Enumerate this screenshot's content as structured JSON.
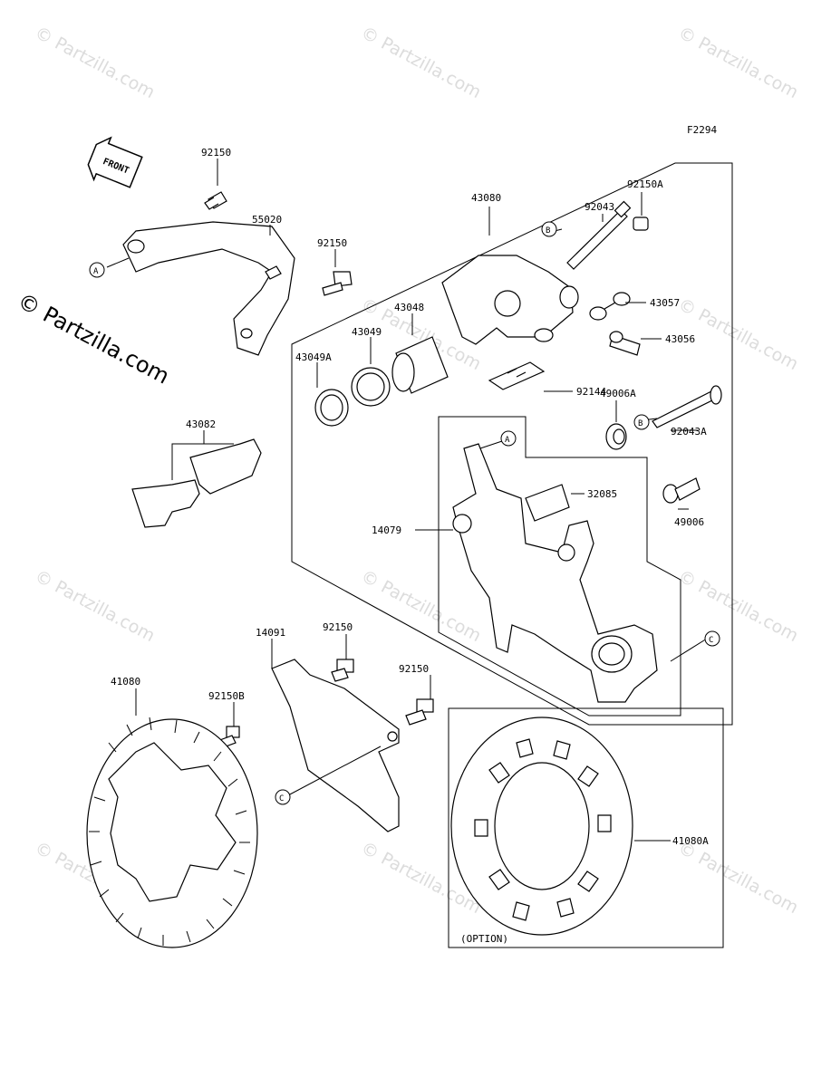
{
  "figure_id": "F2294",
  "front_label": "FRONT",
  "option_label": "(OPTION)",
  "copyright": "© Partzilla.com",
  "watermark": "© Partzilla.com",
  "parts": {
    "p92150_top": "92150",
    "p55020": "55020",
    "p92150_mid": "92150",
    "p43080": "43080",
    "p92043": "92043",
    "p92150A": "92150A",
    "p43057": "43057",
    "p43056": "43056",
    "p43048": "43048",
    "p43049": "43049",
    "p43049A": "43049A",
    "p92144": "92144",
    "p43082": "43082",
    "p49006A": "49006A",
    "p92043A": "92043A",
    "p32085": "32085",
    "p14079": "14079",
    "p49006": "49006",
    "p14091": "14091",
    "p92150_a": "92150",
    "p92150_b": "92150",
    "p41080": "41080",
    "p92150B": "92150B",
    "p41080A": "41080A"
  },
  "refs": {
    "A": "A",
    "B": "B",
    "C": "C"
  }
}
